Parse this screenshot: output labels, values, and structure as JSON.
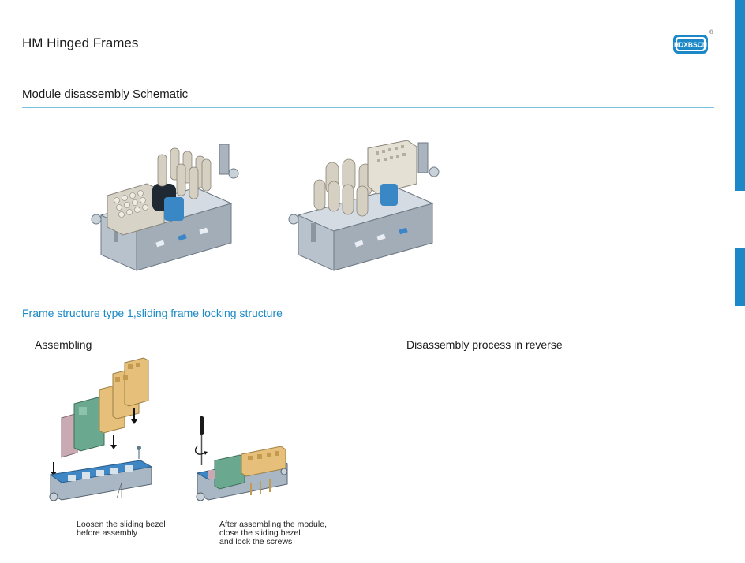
{
  "header": {
    "title": "HM Hinged Frames",
    "logo_text": "HDXBSCN",
    "logo_mark": "®"
  },
  "schematic": {
    "subtitle": "Module disassembly Schematic"
  },
  "frame_structure": {
    "heading": "Frame structure type 1,sliding frame locking structure",
    "assembling_label": "Assembling",
    "disassembly_label": "Disassembly process in reverse",
    "captions": [
      {
        "lines": [
          "Loosen the sliding bezel",
          "before assembly"
        ]
      },
      {
        "lines": [
          "After assembling the module,",
          "close the sliding bezel",
          "and lock the screws"
        ]
      }
    ]
  },
  "colors": {
    "accent": "#1b8ac5",
    "rule": "#7ec0e0",
    "side_bar": "#1c88c7"
  }
}
